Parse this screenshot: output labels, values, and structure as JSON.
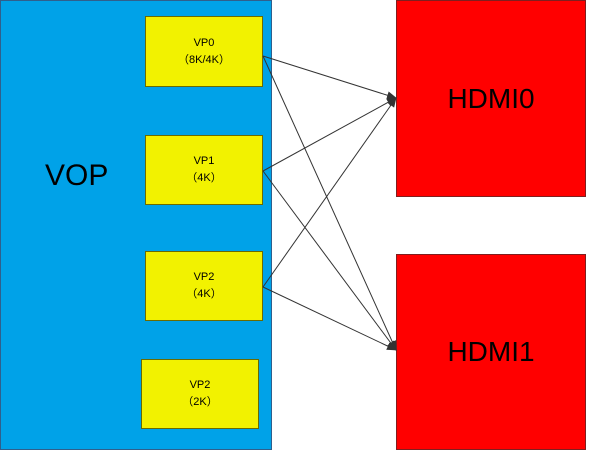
{
  "vop": {
    "label": "VOP"
  },
  "ports": [
    {
      "name": "VP0",
      "res": "（8K/4K）"
    },
    {
      "name": "VP1",
      "res": "（4K）"
    },
    {
      "name": "VP2",
      "res": "（4K）"
    },
    {
      "name": "VP2",
      "res": "（2K）"
    }
  ],
  "outputs": [
    {
      "label": "HDMI0"
    },
    {
      "label": "HDMI1"
    }
  ],
  "colors": {
    "vop": "#00a2e8",
    "port": "#f2f200",
    "output": "#ff0000",
    "line": "#333333"
  }
}
